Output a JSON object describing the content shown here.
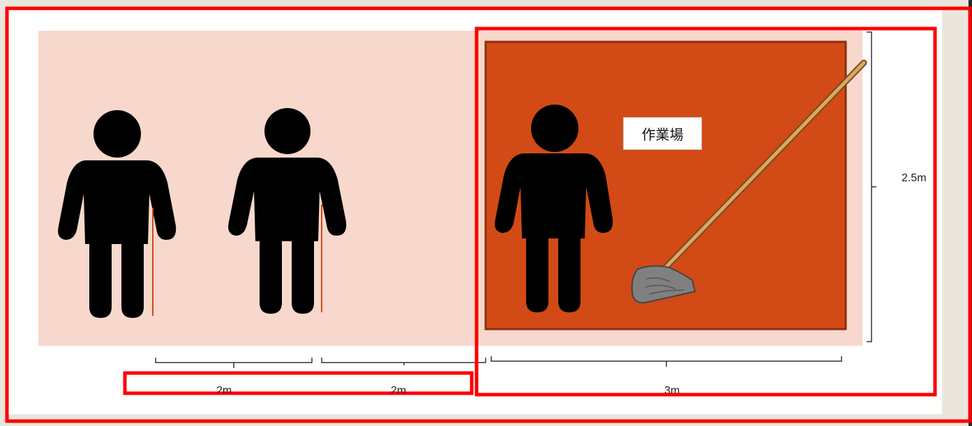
{
  "workspace": {
    "label": "作業場"
  },
  "dimensions": {
    "height_label": "2.5m",
    "spacing_1": "2m",
    "spacing_2": "2m",
    "workspace_width": "3m"
  },
  "icons": [
    "person-icon",
    "person-icon",
    "person-icon",
    "shovel-icon"
  ],
  "colors": {
    "zone_fill": "#f8d8cc",
    "workspace_fill": "#d24a16",
    "workspace_border": "#8f2e10",
    "annotation": "#ff0000"
  }
}
